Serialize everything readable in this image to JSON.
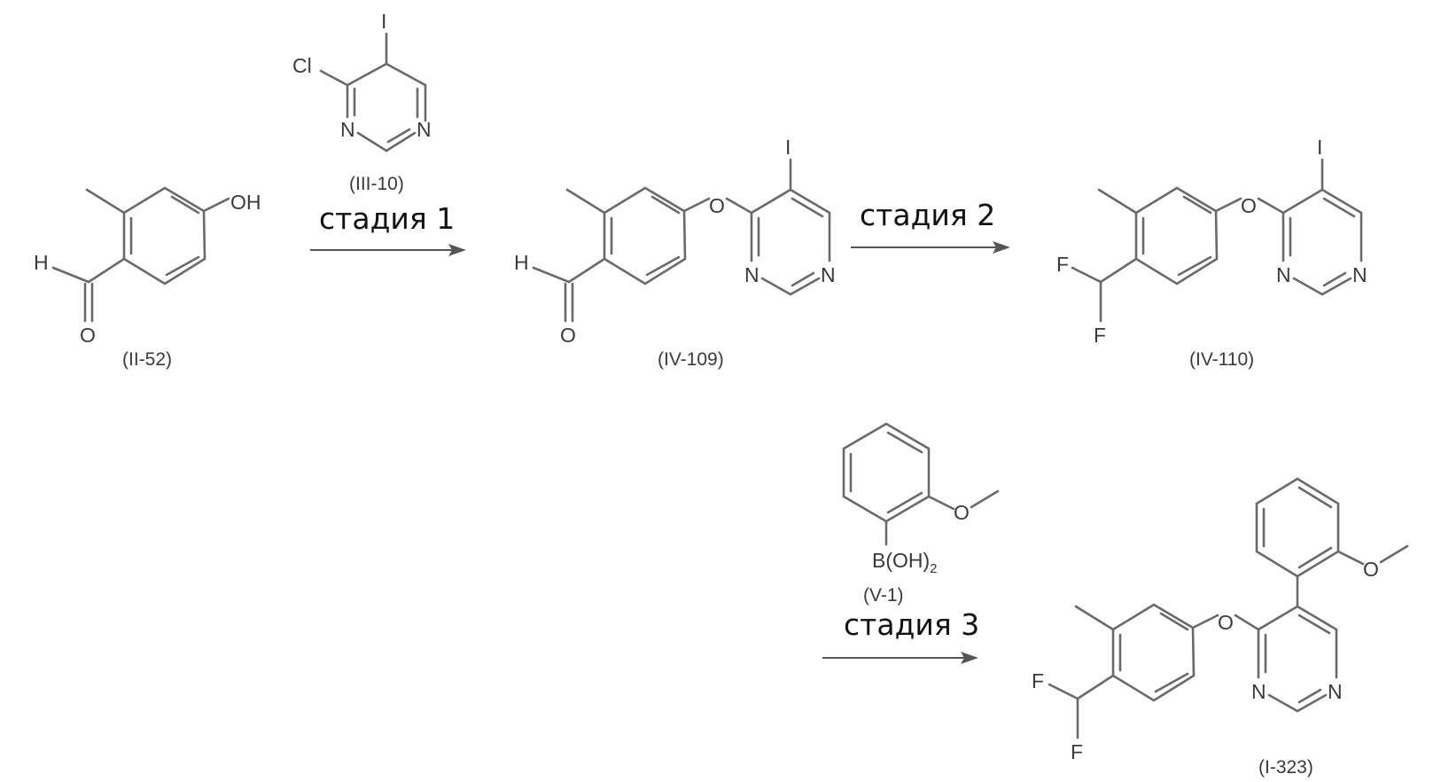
{
  "steps": [
    "стадия 1",
    "стадия 2",
    "стадия 3"
  ],
  "compounds": {
    "II_52": {
      "id": "(II-52)",
      "atoms": {
        "OH": "OH",
        "H": "H",
        "O": "O"
      }
    },
    "III_10": {
      "id": "(III-10)",
      "atoms": {
        "I": "I",
        "Cl": "Cl",
        "N1": "N",
        "N2": "N"
      }
    },
    "IV_109": {
      "id": "(IV-109)",
      "atoms": {
        "O_ether": "O",
        "I": "I",
        "N1": "N",
        "N2": "N",
        "H": "H",
        "O": "O"
      }
    },
    "IV_110": {
      "id": "(IV-110)",
      "atoms": {
        "O_ether": "O",
        "I": "I",
        "N1": "N",
        "N2": "N",
        "F1": "F",
        "F2": "F"
      }
    },
    "V_1": {
      "id": "(V-1)",
      "atoms": {
        "O": "O",
        "B": "B(OH)",
        "sub": "2"
      }
    },
    "I_323": {
      "id": "(I-323)",
      "atoms": {
        "O_ether": "O",
        "O_me": "O",
        "N1": "N",
        "N2": "N",
        "F1": "F",
        "F2": "F"
      }
    }
  }
}
